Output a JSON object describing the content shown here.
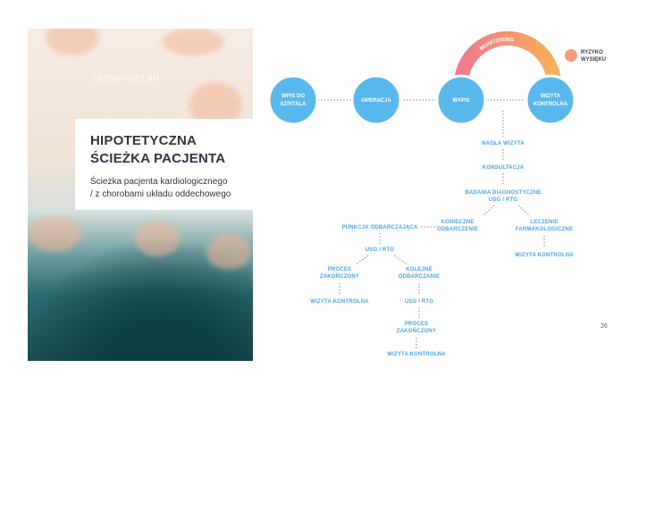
{
  "cover": {
    "brand": "SensoriumLab",
    "title_line1": "HIPOTETYCZNA",
    "title_line2": "ŚCIEŻKA PACJENTA",
    "subtitle_line1": "Ścieżka pacjenta kardiologicznego",
    "subtitle_line2": "/  z chorobami układu oddechowego"
  },
  "timeline": {
    "steps": [
      "WPIS DO SZPITALA",
      "OPERACJA",
      "WYPIS",
      "WIZYTA KONTROLNA"
    ],
    "monitoring_label": "MONITORING"
  },
  "legend": {
    "line1": "RYZYKO",
    "line2": "WYSIĘKU",
    "color": "#f59a7f"
  },
  "flow": {
    "nagla_wizyta": "NAGŁA WIZYTA",
    "konsultacja": "KONSULTACJA",
    "badania_line1": "BADANIA DIAGNOSTYCZNE",
    "badania_line2": "USG / RTG",
    "konieczne_line1": "KONIECZNE",
    "konieczne_line2": "ODBARCZENIE",
    "leczenie_line1": "LECZENIE",
    "leczenie_line2": "FARMAKOLOGICZNE",
    "wizyta_kontrolna_right": "WIZYTA KONTROLNA",
    "punkcja": "PUNKCJA ODBARCZAJĄCA",
    "usg_rtg_1": "USG / RTG",
    "proces1_line1": "PROCES",
    "proces1_line2": "ZAKOŃCZONY",
    "wizyta_kontrolna_left": "WIZYTA KONTROLNA",
    "kolejne_line1": "KOLEJNE",
    "kolejne_line2": "ODBARCZANIE",
    "usg_rtg_2": "USG / RTG",
    "proces2_line1": "PROCES",
    "proces2_line2": "ZAKOŃCZONY",
    "wizyta_kontrolna_bottom": "WIZYTA KONTROLNA"
  },
  "page_number": "26",
  "colors": {
    "circle": "#5ab9ec",
    "text_blue": "#4aa3e6",
    "arc_start": "#f07a8e",
    "arc_end": "#f6b15a"
  }
}
